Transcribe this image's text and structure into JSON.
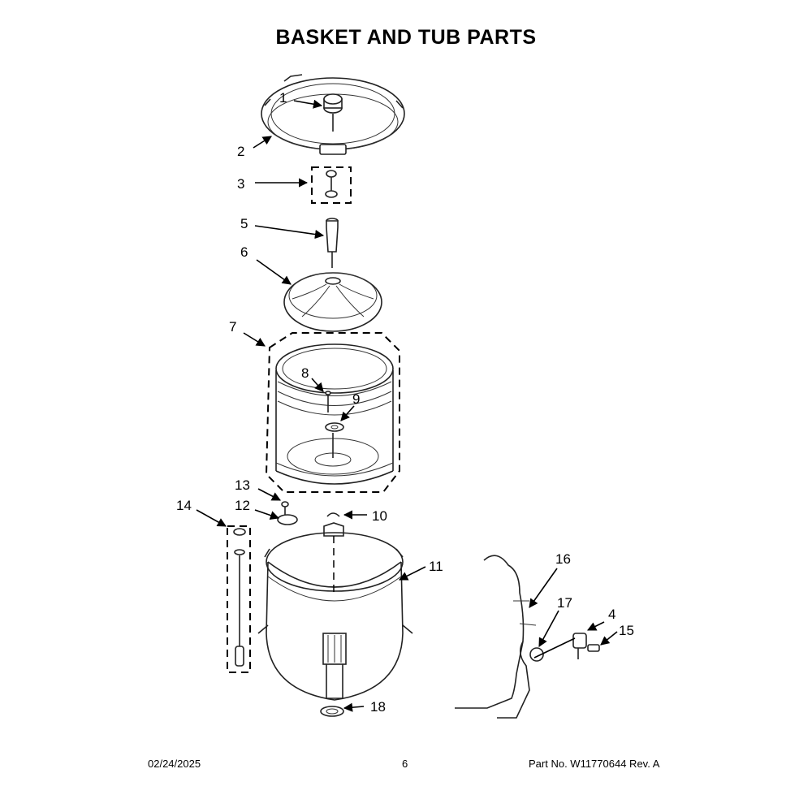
{
  "title": "BASKET AND TUB PARTS",
  "callouts": {
    "c1": "1",
    "c2": "2",
    "c3": "3",
    "c4": "4",
    "c5": "5",
    "c6": "6",
    "c7": "7",
    "c8": "8",
    "c9": "9",
    "c10": "10",
    "c11": "11",
    "c12": "12",
    "c13": "13",
    "c14": "14",
    "c15": "15",
    "c16": "16",
    "c17": "17",
    "c18": "18"
  },
  "footer": {
    "date": "02/24/2025",
    "page": "6",
    "part_number": "Part No.  W11770644  Rev.  A"
  }
}
